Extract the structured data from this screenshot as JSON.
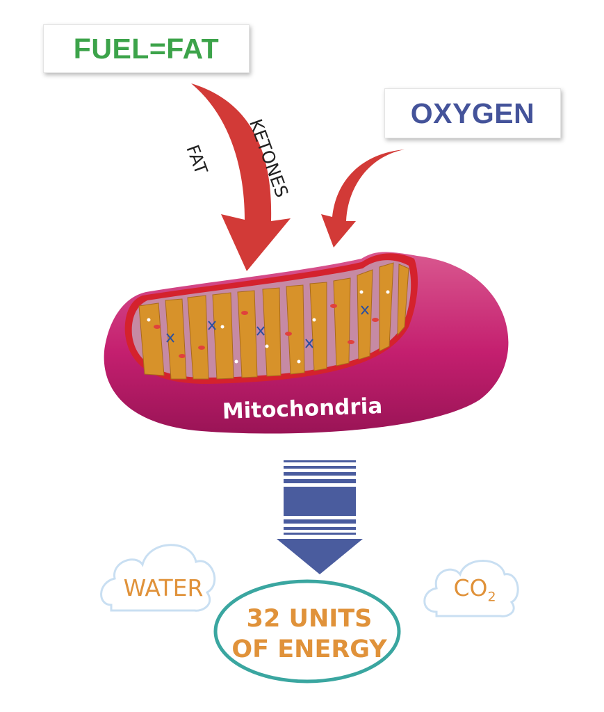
{
  "fuel_label": "FUEL=FAT",
  "oxygen_label": "OXYGEN",
  "arrow_labels": {
    "fat": "FAT",
    "ketones": "KETONES"
  },
  "organelle_label": "Mitochondria",
  "outputs": {
    "water": "WATER",
    "co2_main": "CO",
    "co2_sub": "2",
    "energy_line1": "32 UNITS",
    "energy_line2": "OF ENERGY"
  },
  "colors": {
    "fuel_text": "#3ca34a",
    "oxygen_text": "#44539a",
    "arrow_red": "#d23a37",
    "mito_magenta": "#c41f6f",
    "mito_inner_orange": "#d7922a",
    "output_orange": "#e0923a",
    "energy_arrow": "#4a5c9e",
    "cloud_outline": "#c9dff2",
    "ellipse_teal": "#3aa6a0"
  }
}
